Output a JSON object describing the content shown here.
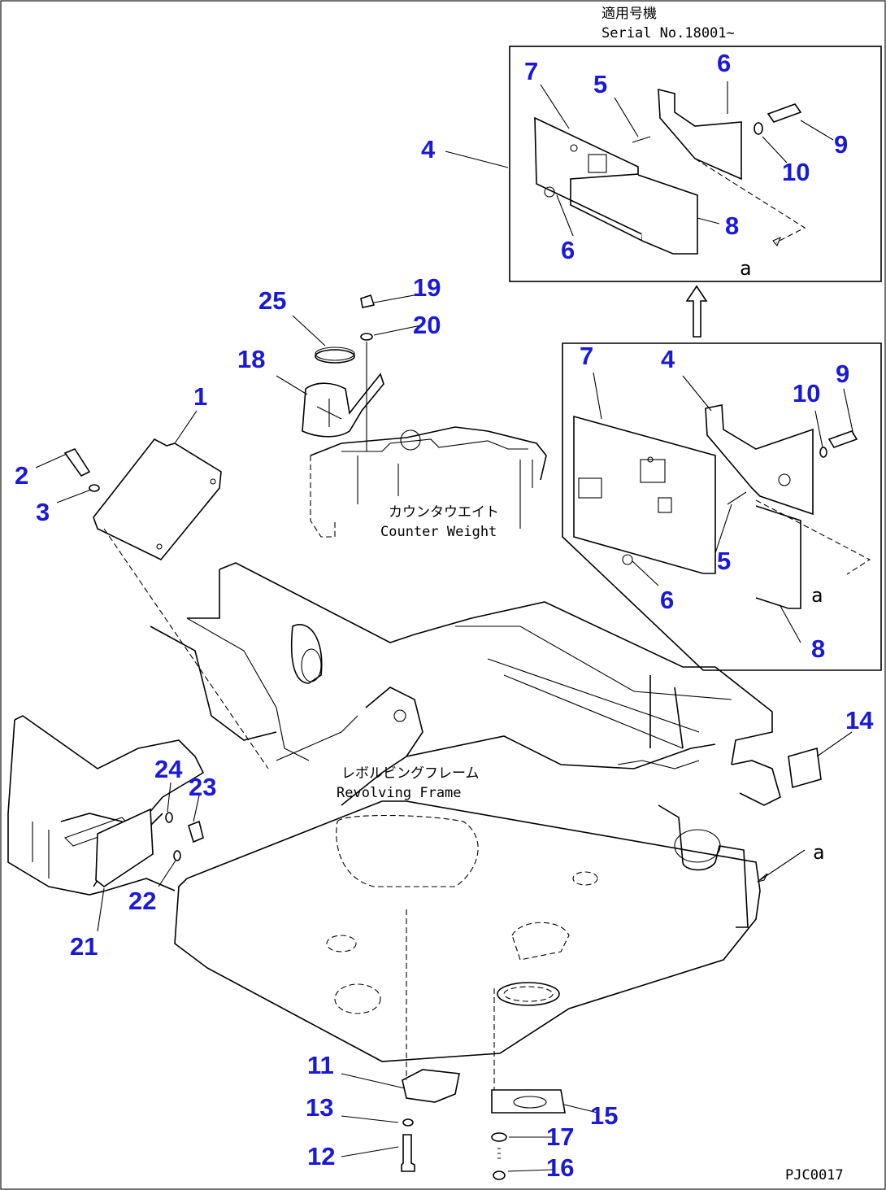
{
  "drawing": {
    "serial_jp": "適用号機",
    "serial_en": "Serial No.18001~",
    "counterweight_jp": "カウンタウエイト",
    "counterweight_en": "Counter Weight",
    "frame_jp": "レボルビングフレーム",
    "frame_en": "Revolving Frame",
    "view_marker": "a",
    "drawing_code": "PJC0017"
  },
  "callouts": {
    "c1": "1",
    "c2": "2",
    "c3": "3",
    "c4_top": "4",
    "c4_mid": "4",
    "c5_top": "5",
    "c5_mid": "5",
    "c6_top_a": "6",
    "c6_top_b": "6",
    "c6_mid": "6",
    "c7_top": "7",
    "c7_mid": "7",
    "c8_top": "8",
    "c8_mid": "8",
    "c9_top": "9",
    "c9_mid": "9",
    "c10_top": "10",
    "c10_mid": "10",
    "c11": "11",
    "c12": "12",
    "c13": "13",
    "c14": "14",
    "c15": "15",
    "c16": "16",
    "c17": "17",
    "c18": "18",
    "c19": "19",
    "c20": "20",
    "c21": "21",
    "c22": "22",
    "c23": "23",
    "c24": "24",
    "c25": "25"
  },
  "colors": {
    "callout": "#1a1ad6",
    "line": "#000000",
    "background": "#ffffff"
  }
}
